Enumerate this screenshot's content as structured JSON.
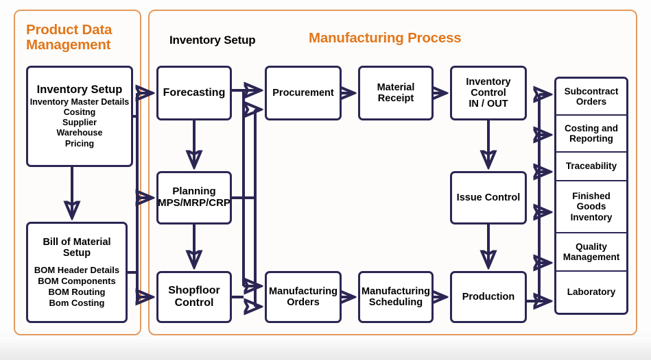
{
  "panels": {
    "product_data_management": {
      "title": "Product Data Management",
      "accent_color": "#e2761b",
      "border_color": "#e39a5e"
    },
    "manufacturing_process": {
      "title": "Manufacturing Process",
      "accent_color": "#e2761b",
      "subtitle": "Inventory Setup"
    }
  },
  "nodes": {
    "inventory_setup": {
      "title": "Inventory Setup",
      "items": [
        "Inventory Master Details",
        "Cositng",
        "Supplier",
        "Warehouse",
        "Pricing"
      ]
    },
    "bom_setup": {
      "title": "Bill of Material Setup",
      "items": [
        "BOM Header Details",
        "BOM Components",
        "BOM Routing",
        "Bom Costing"
      ]
    },
    "forecasting": {
      "title": "Forecasting"
    },
    "planning": {
      "line1": "Planning",
      "line2": "MPS/MRP/CRP"
    },
    "shopfloor": {
      "line1": "Shopfloor",
      "line2": "Control"
    },
    "procurement": {
      "title": "Procurement"
    },
    "material_receipt": {
      "line1": "Material",
      "line2": "Receipt"
    },
    "inventory_control": {
      "line1": "Inventory",
      "line2": "Control",
      "line3": "IN / OUT"
    },
    "issue_control": {
      "title": "Issue Control"
    },
    "manufacturing_orders": {
      "line1": "Manufacturing",
      "line2": "Orders"
    },
    "manufacturing_scheduling": {
      "line1": "Manufacturing",
      "line2": "Scheduling"
    },
    "production": {
      "title": "Production"
    }
  },
  "output_stack": [
    {
      "line1": "Subcontract",
      "line2": "Orders"
    },
    {
      "line1": "Costing and",
      "line2": "Reporting"
    },
    {
      "line1": "Traceability",
      "line2": ""
    },
    {
      "line1": "Finished",
      "line2": "Goods",
      "line3": "Inventory"
    },
    {
      "line1": "Quality",
      "line2": "Management"
    },
    {
      "line1": "Laboratory",
      "line2": ""
    }
  ],
  "colors": {
    "node_border": "#2b2653",
    "panel_border": "#e39a5e",
    "panel_title": "#e2761b",
    "background": "#fdfcfa"
  }
}
